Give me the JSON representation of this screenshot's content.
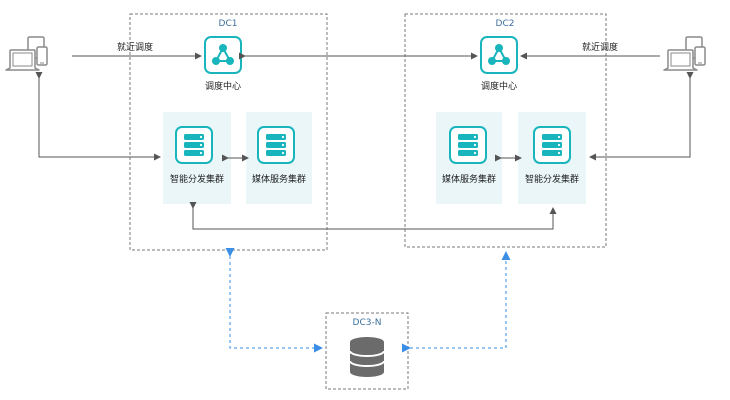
{
  "datacenters": {
    "dc1": {
      "title": "DC1"
    },
    "dc2": {
      "title": "DC2"
    },
    "dc3": {
      "title": "DC3-N"
    }
  },
  "nodes": {
    "dc1_scheduler": "调度中心",
    "dc2_scheduler": "调度中心",
    "dc1_smart_cluster": "智能分发集群",
    "dc1_media_cluster": "媒体服务集群",
    "dc2_media_cluster": "媒体服务集群",
    "dc2_smart_cluster": "智能分发集群"
  },
  "edge_labels": {
    "left_nearest": "就近调度",
    "right_nearest": "就近调度"
  },
  "icons": {
    "scheduler": "share-network-icon",
    "cluster": "server-stack-icon",
    "database": "database-icon",
    "client": "laptop-tablet-phone-icon"
  },
  "colors": {
    "icon_teal": "#19b5bd",
    "cluster_bg": "#eaf6f8",
    "dashed_arrow": "#3a8ee6",
    "line": "#555555",
    "dc_border": "#7a7a7a",
    "db_gray": "#6b6b6b",
    "device_gray": "#8a8a8a"
  }
}
